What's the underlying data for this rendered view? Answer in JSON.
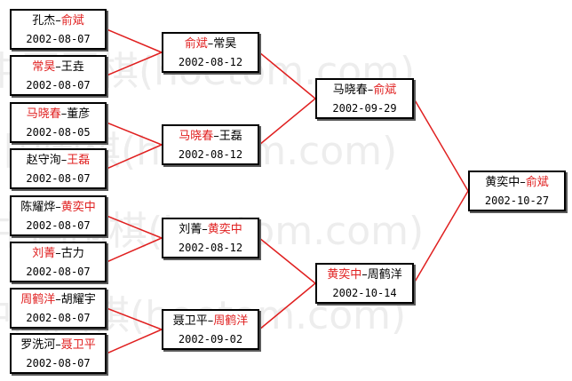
{
  "watermark": "中国围棋(hoetom.com)",
  "matches": {
    "r1m1": {
      "p1": "孔杰",
      "p2": "俞斌",
      "winner": 2,
      "date": "2002-08-07"
    },
    "r1m2": {
      "p1": "常昊",
      "p2": "王垚",
      "winner": 1,
      "date": "2002-08-07"
    },
    "r1m3": {
      "p1": "马晓春",
      "p2": "董彦",
      "winner": 1,
      "date": "2002-08-05"
    },
    "r1m4": {
      "p1": "赵守洵",
      "p2": "王磊",
      "winner": 2,
      "date": "2002-08-07"
    },
    "r1m5": {
      "p1": "陈耀烨",
      "p2": "黄奕中",
      "winner": 2,
      "date": "2002-08-07"
    },
    "r1m6": {
      "p1": "刘菁",
      "p2": "古力",
      "winner": 1,
      "date": "2002-08-07"
    },
    "r1m7": {
      "p1": "周鹤洋",
      "p2": "胡耀宇",
      "winner": 1,
      "date": "2002-08-07"
    },
    "r1m8": {
      "p1": "罗洗河",
      "p2": "聂卫平",
      "winner": 2,
      "date": "2002-08-07"
    },
    "r2m1": {
      "p1": "俞斌",
      "p2": "常昊",
      "winner": 1,
      "date": "2002-08-12"
    },
    "r2m2": {
      "p1": "马晓春",
      "p2": "王磊",
      "winner": 1,
      "date": "2002-08-12"
    },
    "r2m3": {
      "p1": "刘菁",
      "p2": "黄奕中",
      "winner": 2,
      "date": "2002-08-12"
    },
    "r2m4": {
      "p1": "聂卫平",
      "p2": "周鹤洋",
      "winner": 2,
      "date": "2002-09-02"
    },
    "r3m1": {
      "p1": "马晓春",
      "p2": "俞斌",
      "winner": 2,
      "date": "2002-09-29"
    },
    "r3m2": {
      "p1": "黄奕中",
      "p2": "周鹤洋",
      "winner": 1,
      "date": "2002-10-14"
    },
    "final": {
      "p1": "黄奕中",
      "p2": "俞斌",
      "winner": 2,
      "date": "2002-10-27"
    }
  },
  "colors": {
    "winner": "#e02020",
    "connector": "#e02020",
    "border": "#000000"
  }
}
